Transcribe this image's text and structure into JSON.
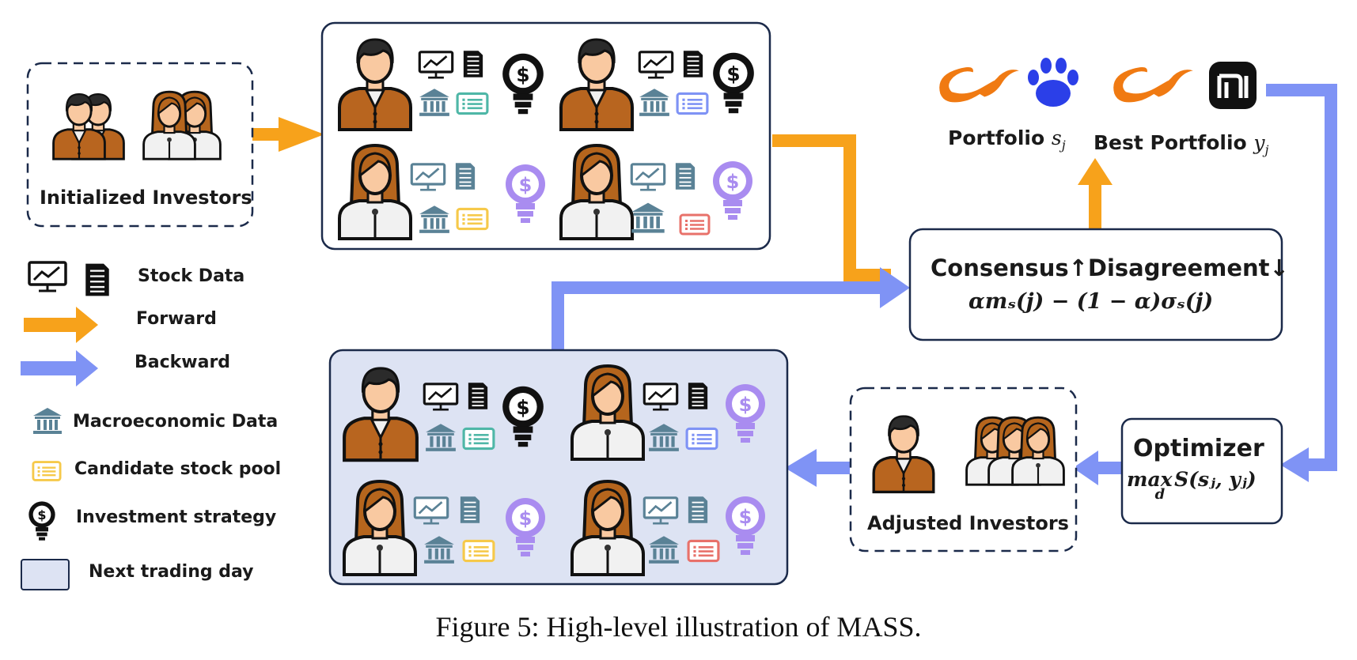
{
  "labels": {
    "initialized_investors": "Initialized Investors",
    "adjusted_investors": "Adjusted Investors",
    "portfolio": "Portfolio",
    "portfolio_var": "s",
    "portfolio_sub": "j",
    "best_portfolio": "Best Portfolio",
    "best_portfolio_var": "y",
    "best_portfolio_sub": "j",
    "consensus_title": "Consensus↑Disagreement↓",
    "consensus_formula": "αmₛ(j) − (1 − α)σₛ(j)",
    "optimizer_title": "Optimizer",
    "optimizer_formula_max": "max",
    "optimizer_formula_sub": "d",
    "optimizer_formula_rest": "S(sⱼ, yⱼ)"
  },
  "legend": {
    "stock_data": "Stock Data",
    "forward": "Forward",
    "backward": "Backward",
    "macro_data": "Macroeconomic Data",
    "candidate_pool": "Candidate stock pool",
    "strategy": "Investment strategy",
    "next_day": "Next trading day"
  },
  "caption": "Figure 5: High-level illustration of MASS.",
  "colors": {
    "forward": "#F7A21B",
    "backward": "#7F93F5",
    "next_day_fill": "#DDE3F3",
    "box_border": "#1B2A4A",
    "male_shirt": "#B8651F",
    "skin": "#F9C9A1",
    "hair_dark": "#2B2B2B",
    "hair_brown": "#B5651D",
    "female_shirt": "#F1F1F1",
    "chart_blue": "#5A8296",
    "bulb_black": "#111111",
    "bulb_purple": "#A98CF0",
    "pool_yellow": "#F6C94A",
    "pool_teal": "#4FB7A7",
    "pool_blue": "#7F93F5",
    "pool_red": "#E8716A"
  },
  "icons": [
    "male-investor-icon",
    "female-investor-icon",
    "stock-chart-icon",
    "document-icon",
    "bank-icon",
    "pool-list-icon",
    "strategy-bulb-icon",
    "alibaba-logo-icon",
    "baidu-paw-icon",
    "xiaomi-logo-icon"
  ]
}
